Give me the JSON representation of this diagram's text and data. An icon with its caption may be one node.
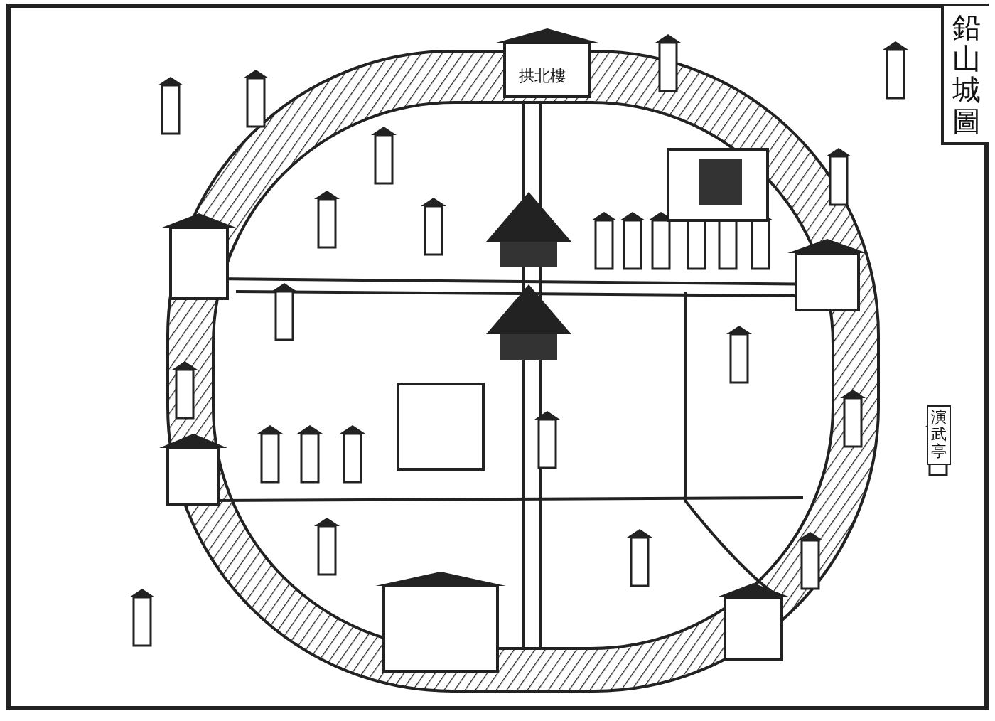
{
  "diagram": {
    "title": "鉛山城圖",
    "labels": [
      "拱北樓",
      "演武亭"
    ]
  }
}
